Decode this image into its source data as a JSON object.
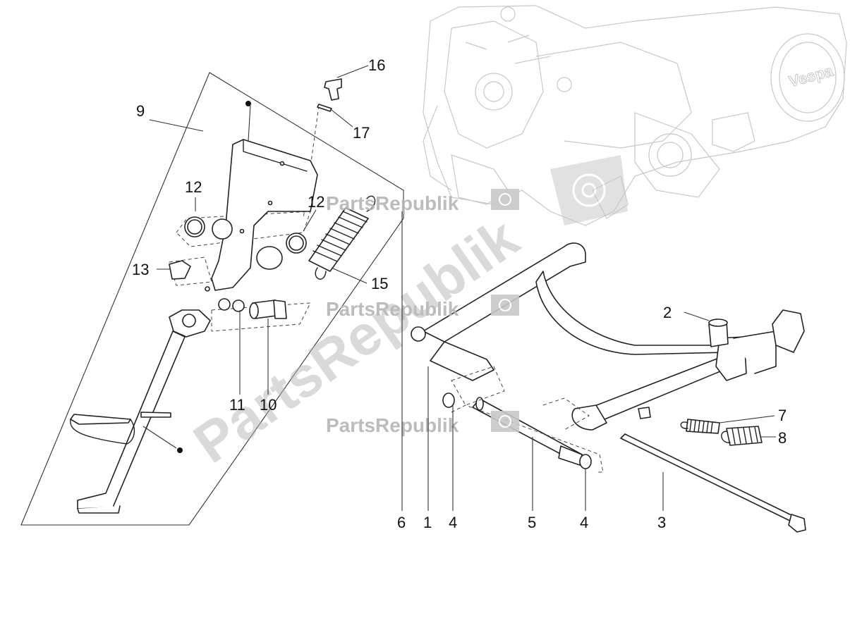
{
  "diagram": {
    "callouts": {
      "c1": "1",
      "c2": "2",
      "c3": "3",
      "c4a": "4",
      "c4b": "4",
      "c5": "5",
      "c6": "6",
      "c7": "7",
      "c8": "8",
      "c9": "9",
      "c10": "10",
      "c11": "11",
      "c12a": "12",
      "c12b": "12",
      "c13": "13",
      "c15": "15",
      "c16": "16",
      "c17": "17"
    },
    "watermark": {
      "text": "PartsRepublik",
      "diagonal_text": "PartsRepublik",
      "color": "#b5b5b5"
    },
    "engine_brand": "Vespa",
    "colors": {
      "line": "#222222",
      "engine": "#c8c8c8",
      "watermark": "#b5b5b5"
    }
  }
}
